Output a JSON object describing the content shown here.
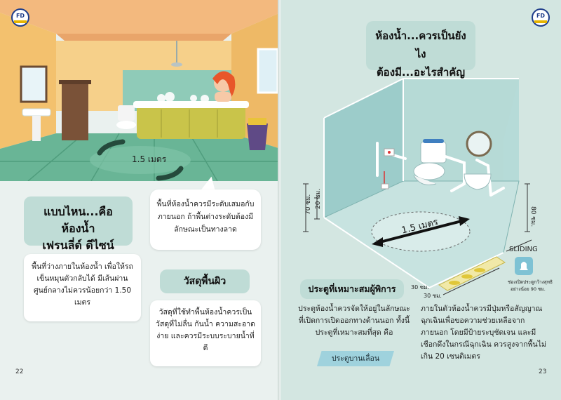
{
  "left_page": {
    "logo_text": "FD",
    "scene_label": "1.5 เมตร",
    "title": [
      "แบบไหน...คือห้องน้ำ",
      "เฟรนลี่ด์ ดีไซน์"
    ],
    "space_text": "พื้นที่ว่างภายในห้องน้ำ เพื่อให้รถเข็นหมุนตัวกลับได้ มีเส้นผ่านศูนย์กลางไม่ควรน้อยกว่า 1.50 เมตร",
    "floor_text": "พื้นที่ห้องน้ำควรมีระดับเสมอกับภายนอก ถ้าพื้นต่างระดับต้องมีลักษณะเป็นทางลาด",
    "material_title": "วัสดุพื้นผิว",
    "material_text": "วัสดุที่ใช้ทำพื้นห้องน้ำควรเป็นวัสดุที่ไม่ลื่น กันน้ำ ความสะอาดง่าย และควรมีระบบระบายน้ำที่ดี",
    "page_number": "22"
  },
  "right_page": {
    "logo_text": "FD",
    "title": [
      "ห้องน้ำ...ควรเป็นยังไง",
      "ต้องมี...อะไรสำคัญ"
    ],
    "room_labels": {
      "diameter": "1.5 เมตร",
      "h70": "70 ซม.",
      "h20": "20 ซม.",
      "h80": "80 ซม.",
      "sliding": "SLIDING",
      "w30a": "30 ซม.",
      "w30b": "30 ซม.",
      "door_note": [
        "ช่องเปิดประตูกว้างสุทธิ",
        "อย่างน้อย 90 ซม."
      ]
    },
    "door_title": "ประตูที่เหมาะสมผู้พิการ",
    "door_text": "ประตูห้องน้ำควรจัดให้อยู่ในลักษณะที่เปิดการเปิดออกทางด้านนอก ทั้งนี้ ประตูที่เหมาะสมที่สุด คือ",
    "sliding_tag": "ประตูบานเลื่อน",
    "alarm_text": "ภายในตัวห้องน้ำควรมีปุ่มหรือสัญญาณฉุกเฉินเพื่อขอความช่วยเหลือจากภายนอก โดยมีป้ายระบุชัดเจน และมีเชือกดึงในกรณีฉุกเฉิน ควรสูงจากพื้นไม่เกิน 20 เซนติเมตร",
    "page_number": "23"
  },
  "colors": {
    "accent_teal": "#bfdcd6",
    "page_left_bg": "#eaf1ef",
    "page_right_bg": "#d3e6e1",
    "floor_green": "#69b596",
    "sliding_blue": "#9fd2dd"
  }
}
